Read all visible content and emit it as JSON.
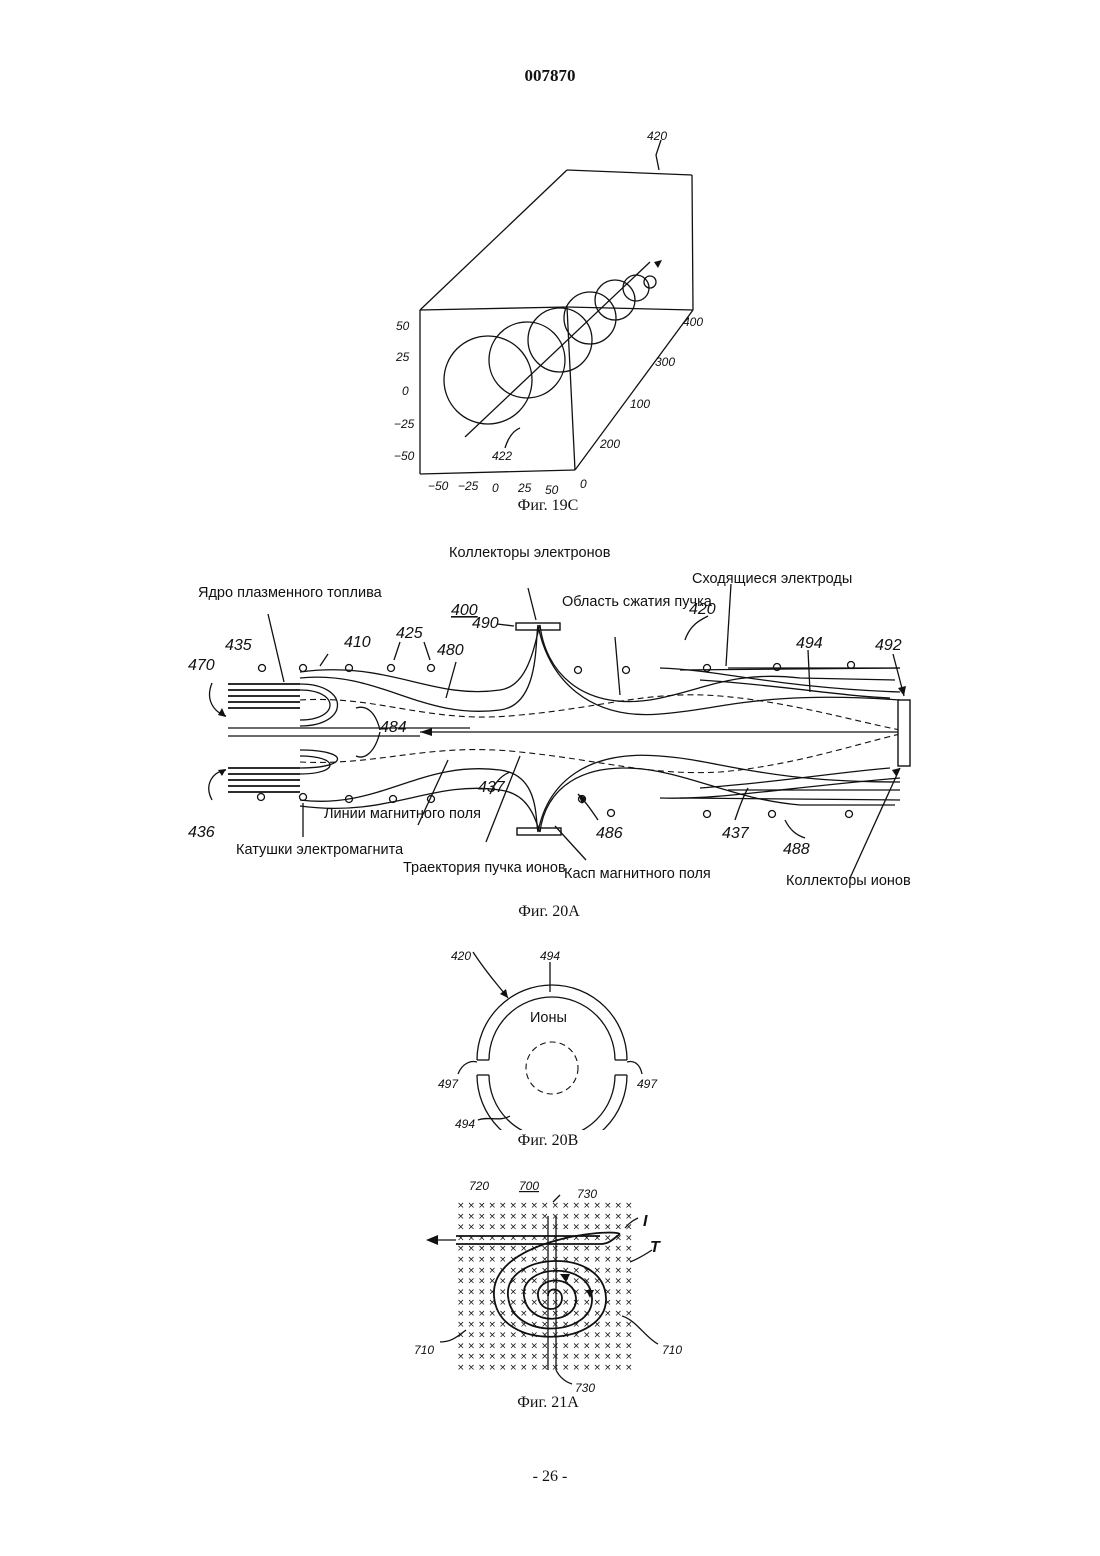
{
  "header": {
    "doc_number": "007870"
  },
  "fig19c": {
    "caption": "Фиг. 19C",
    "ref_box": "420",
    "ref_spiral": "422",
    "left_axis": [
      "50",
      "25",
      "0",
      "−25",
      "−50"
    ],
    "bottom_axis": [
      "−50",
      "−25",
      "0",
      "25",
      "50"
    ],
    "depth_axis": [
      "0",
      "200",
      "100",
      "300",
      "400"
    ]
  },
  "fig20a": {
    "caption": "Фиг. 20A",
    "labels": {
      "electron_collectors": "Коллекторы электронов",
      "compression_region": "Область сжатия пучка",
      "converging_electrodes": "Сходящиеся электроды",
      "plasma_core": "Ядро плазменного топлива",
      "field_lines": "Линии магнитного поля",
      "coils": "Катушки электромагнита",
      "ion_trajectory": "Траектория пучка ионов",
      "cusp": "Касп магнитного поля",
      "ion_collectors": "Коллекторы ионов"
    },
    "refs": {
      "r400": "400",
      "r410": "410",
      "r425": "425",
      "r420": "420",
      "r494": "494",
      "r492": "492",
      "r470": "470",
      "r435": "435",
      "r480": "480",
      "r490": "490",
      "r484": "484",
      "r436": "436",
      "r437a": "437",
      "r486": "486",
      "r437b": "437",
      "r488": "488"
    }
  },
  "fig20b": {
    "caption": "Фиг. 20B",
    "ions_label": "Ионы",
    "refs": {
      "r420": "420",
      "r494a": "494",
      "r497a": "497",
      "r497b": "497",
      "r494b": "494"
    }
  },
  "fig21a": {
    "caption": "Фиг. 21A",
    "refs": {
      "r720": "720",
      "r700": "700",
      "r730a": "730",
      "rI": "I",
      "rT": "T",
      "r710a": "710",
      "r710b": "710",
      "r730b": "730"
    }
  },
  "footer": {
    "page_number": "- 26 -"
  }
}
